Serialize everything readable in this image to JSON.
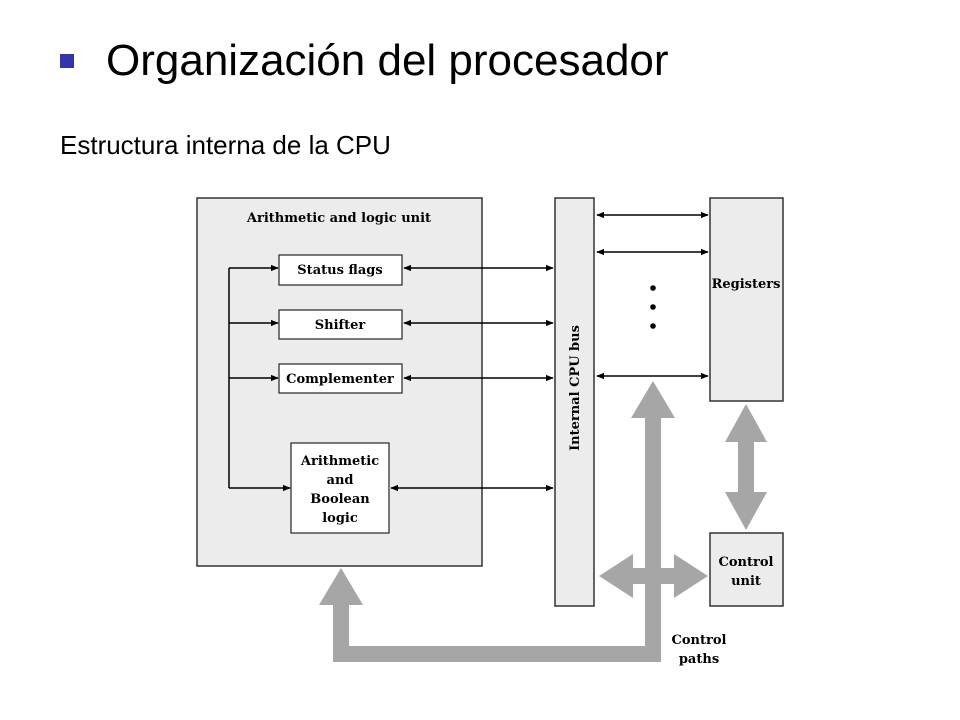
{
  "slide": {
    "title": "Organización del procesador",
    "subtitle": "Estructura interna de la CPU"
  },
  "diagram": {
    "alu_label": "Arithmetic and logic unit",
    "status_flags": "Status flags",
    "shifter": "Shifter",
    "complementer": "Complementer",
    "arith_boolean": [
      "Arithmetic",
      "and",
      "Boolean",
      "logic"
    ],
    "bus_label": "Internal CPU bus",
    "registers": "Registers",
    "control_unit": [
      "Control",
      "unit"
    ],
    "control_paths": [
      "Control",
      "paths"
    ]
  },
  "colors": {
    "box_fill": "#ececec",
    "box_stroke": "#333333",
    "thick_arrow": "#a6a6a6",
    "bullet": "#3333aa"
  }
}
